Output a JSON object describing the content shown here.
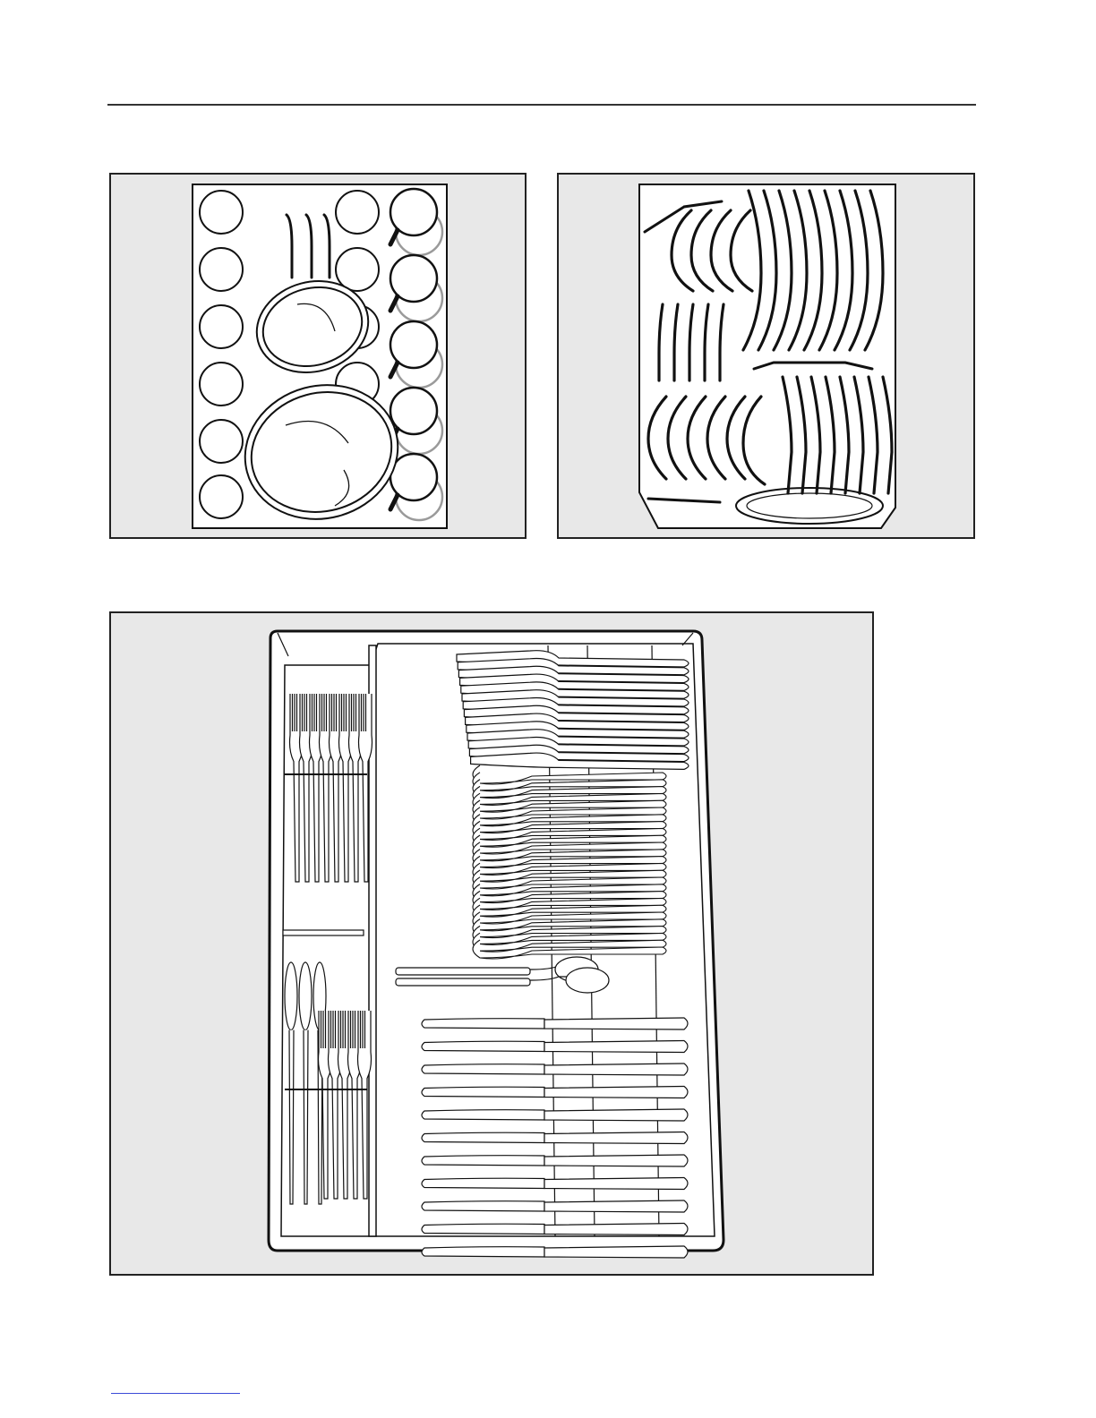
{
  "page": {
    "rule_color": "#333333",
    "footer_rule_color": "#3b4bd8"
  },
  "figures": [
    {
      "id": "upper-basket-cups-plates",
      "icon": "dishwasher-upper-basket-cups-plates-illustration"
    },
    {
      "id": "lower-basket-plates",
      "icon": "dishwasher-lower-basket-tines-illustration"
    },
    {
      "id": "cutlery-tray",
      "icon": "dishwasher-cutlery-tray-illustration"
    }
  ],
  "colors": {
    "panel_background": "#e8e8e8",
    "line_art": "#111111",
    "ghost_cup": "#9a9a9a"
  }
}
